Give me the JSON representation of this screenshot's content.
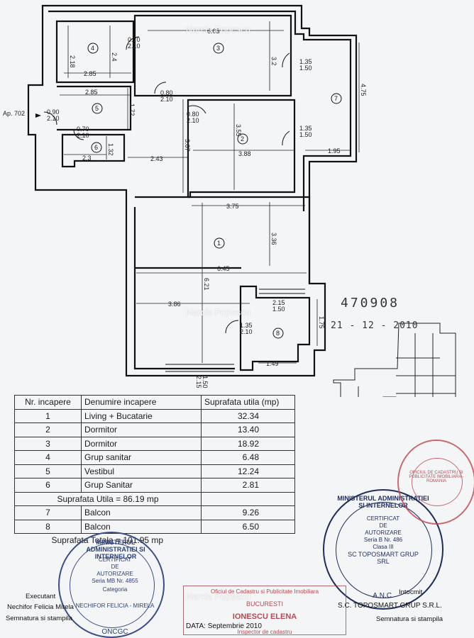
{
  "watermark": "Narcis Popescu",
  "plan": {
    "apartment_label": "Ap. 702",
    "rooms": [
      "1",
      "2",
      "3",
      "4",
      "5",
      "6",
      "7",
      "8"
    ],
    "dimensions": {
      "d_603": "6.03",
      "d_218": "2.18",
      "d_24": "2.4",
      "d_285a": "2.85",
      "d_32": "3.2",
      "d_285b": "2.85",
      "d_172": "1.72",
      "d_132": "1.32",
      "d_23": "2.3",
      "d_243": "2.43",
      "d_367": "3.67",
      "d_355": "3.55",
      "d_388": "3.88",
      "d_195": "1.95",
      "d_475": "4.75",
      "d_375": "3.75",
      "d_336": "3.36",
      "d_645": "6.45",
      "d_621": "6.21",
      "d_386": "3.86",
      "d_175": "1.75",
      "d_149": "1.49"
    },
    "doors": {
      "door_070_top": "0.70",
      "door_070_bot": "2.10",
      "door_080a_top": "0.80",
      "door_080a_bot": "2.10",
      "door_080b_top": "0.80",
      "door_080b_bot": "2.10",
      "door_090_top": "0.90",
      "door_090_bot": "2.10",
      "door_070b_top": "0.70",
      "door_070b_bot": "2.10",
      "door_135a_top": "1.35",
      "door_135a_bot": "1.50",
      "door_135b_top": "1.35",
      "door_135b_bot": "1.50",
      "door_215_top": "2.15",
      "door_215_bot": "1.50",
      "door_135c_top": "1.35",
      "door_135c_bot": "2.10",
      "door_215b_top": "2.15",
      "door_215b_bot": "1.50"
    }
  },
  "handwritten": {
    "number": "470908",
    "date": "21 - 12 - 2010"
  },
  "table": {
    "headers": [
      "Nr. incapere",
      "Denumire incapere",
      "Suprafata utila (mp)"
    ],
    "rows": [
      [
        "1",
        "Living + Bucatarie",
        "32.34"
      ],
      [
        "2",
        "Dormitor",
        "13.40"
      ],
      [
        "3",
        "Dormitor",
        "18.92"
      ],
      [
        "4",
        "Grup sanitar",
        "6.48"
      ],
      [
        "5",
        "Vestibul",
        "12.24"
      ],
      [
        "6",
        "Grup Sanitar",
        "2.81"
      ]
    ],
    "useful_total": "Suprafata Utila = 86.19 mp",
    "balcony_rows": [
      [
        "7",
        "Balcon",
        "9.26"
      ],
      [
        "8",
        "Balcon",
        "6.50"
      ]
    ],
    "total": "Suprafata Totala = 101.95 mp"
  },
  "stamp_left": {
    "ring": "MINISTERUL ADMINISTRATIEI SI INTERNELOR",
    "cert": "CERTIFICAT",
    "de": "DE",
    "aut": "AUTORIZARE",
    "seria": "Seria MB Nr. 4855",
    "categ": "Categoria",
    "name": "NECHIFOR FELICIA - MIRELA",
    "code": "ONCGC"
  },
  "left_signature": {
    "executant": "Executant",
    "name": "Nechifor Felicia Mirela",
    "sig": "Semnatura si stampila"
  },
  "stamp_right": {
    "ring": "MINISTERUL ADMINISTRATIEI SI INTERNELOR",
    "cert": "CERTIFICAT",
    "de": "DE",
    "aut": "AUTORIZARE",
    "seria": "Seria B Nr. 486",
    "clasa": "Clasa III",
    "firm": "SC TOPOSMART GRUP SRL",
    "anc": "A.N.C."
  },
  "right_signature": {
    "intocmit": "Intocmit",
    "firm": "S.C. TOPOSMART GRUP S.R.L.",
    "sig": "Semnatura si stampila"
  },
  "center_stamp": {
    "line1": "Oficiul de Cadastru si Publicitate Imobiliara",
    "city": "BUCURESTI",
    "person": "IONESCU ELENA",
    "role": "Inspector de cadastru",
    "date": "DATA: Septembrie 2010"
  },
  "red_stamp": {
    "ring": "OFICIUL DE CADASTRU SI PUBLICITATE IMOBILIARA - ROMANIA"
  }
}
